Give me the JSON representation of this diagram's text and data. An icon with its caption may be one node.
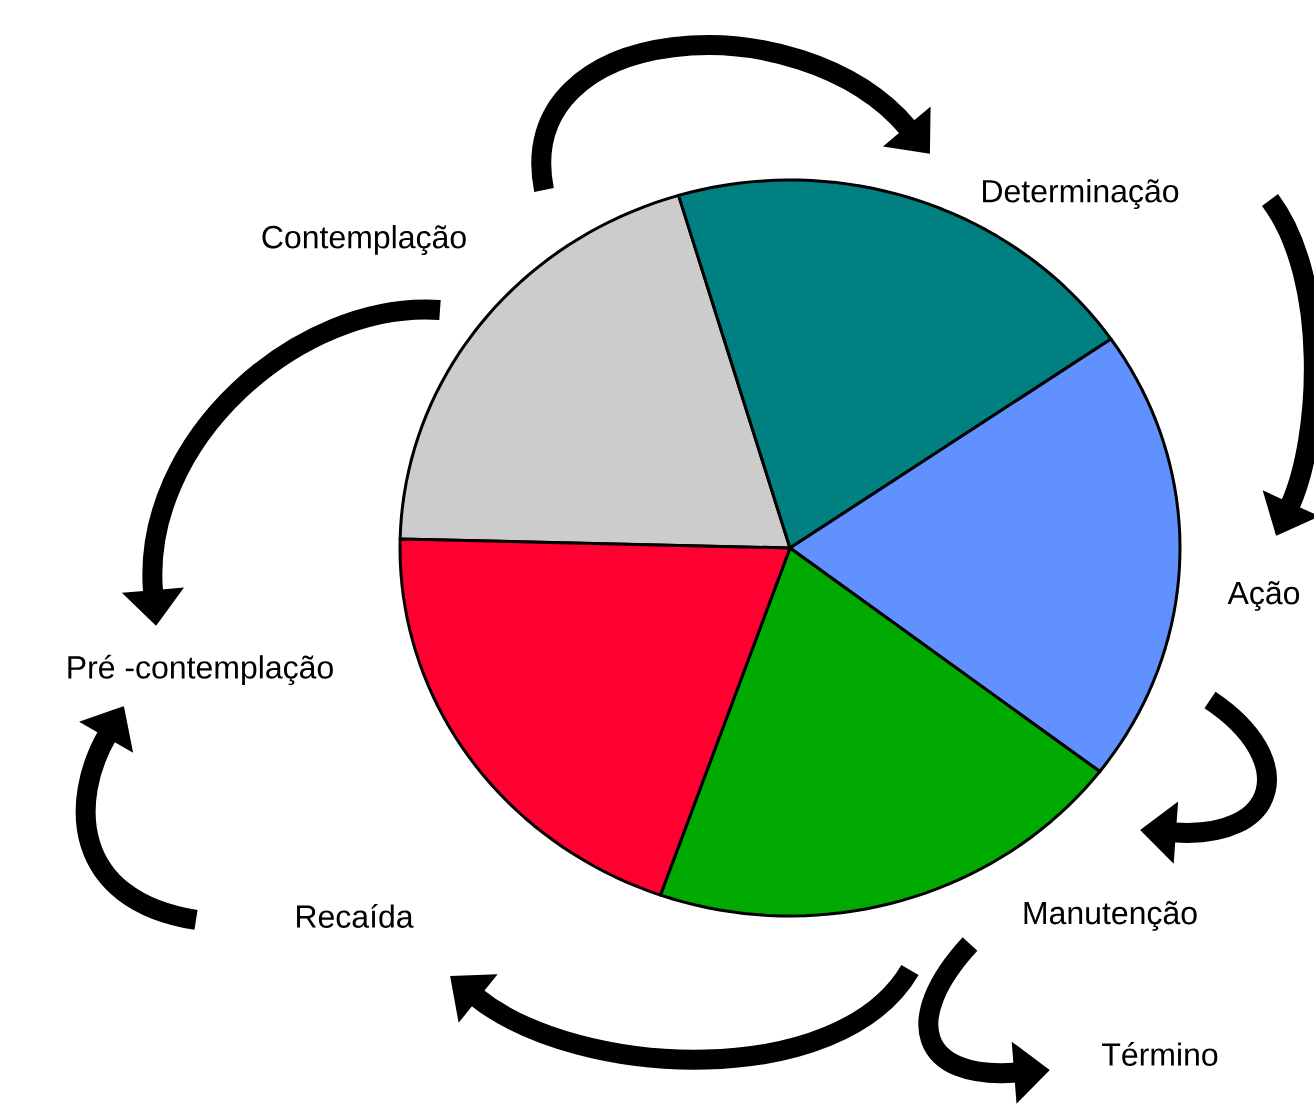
{
  "diagram": {
    "nodes": [
      {
        "text": [
          "Contemplação"
        ]
      },
      {
        "text": [
          "Determinação"
        ]
      },
      {
        "text": [
          "Ação"
        ]
      },
      {
        "text": [
          "Manutenção"
        ]
      },
      {
        "text": [
          "Término"
        ]
      },
      {
        "text": [
          "Recaída"
        ]
      },
      {
        "text": [
          "Pré -contemplação"
        ]
      }
    ],
    "edges": [
      {
        "from": 0,
        "to": 1,
        "arrow": "to"
      },
      {
        "from": 1,
        "to": 2,
        "arrow": "to"
      },
      {
        "from": 2,
        "to": 3,
        "arrow": "to"
      },
      {
        "from": 3,
        "to": 4,
        "arrow": "to"
      },
      {
        "from": 3,
        "to": 5,
        "arrow": "to"
      },
      {
        "from": 5,
        "to": 6,
        "arrow": "to"
      },
      {
        "from": 0,
        "to": 6,
        "arrow": "to"
      }
    ]
  }
}
